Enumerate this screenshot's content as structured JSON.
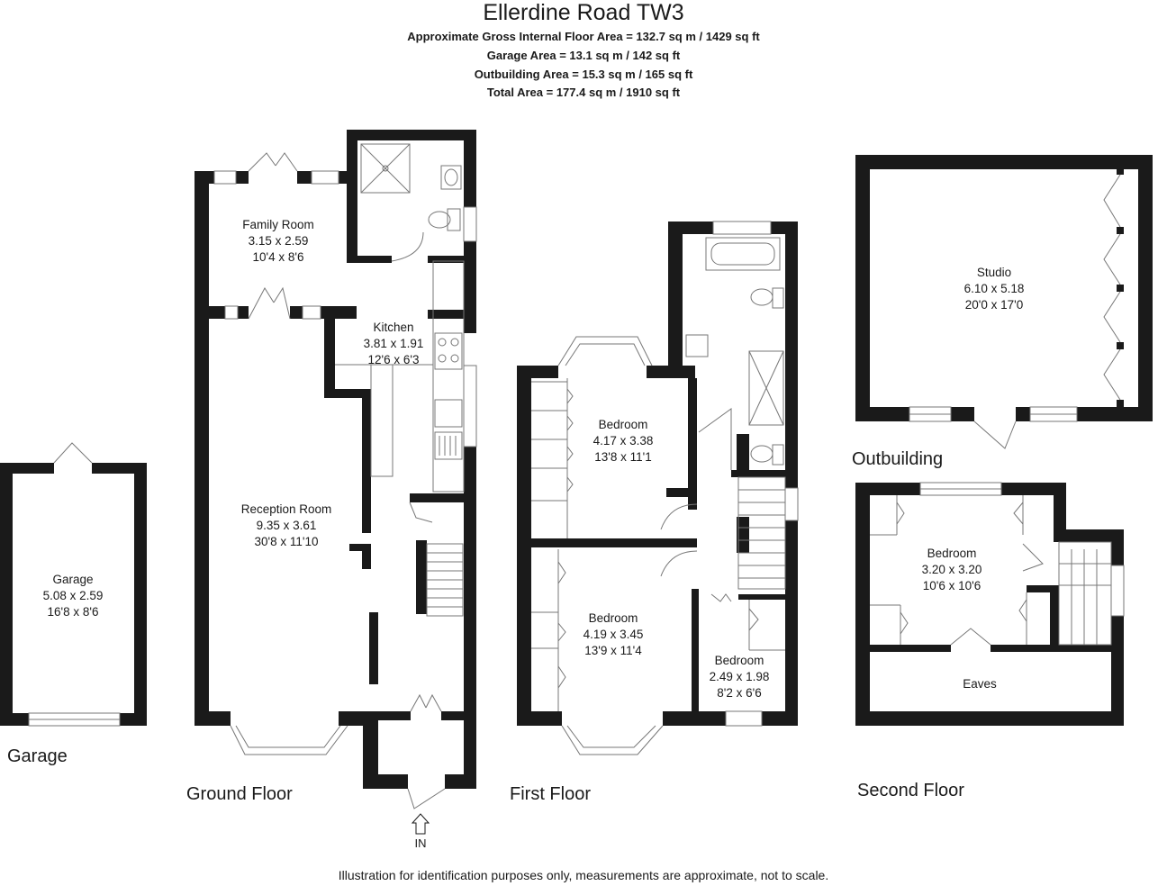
{
  "header": {
    "title": "Ellerdine Road TW3",
    "areas": [
      "Approximate Gross Internal Floor Area = 132.7 sq m / 1429 sq ft",
      "Garage Area = 13.1 sq m / 142 sq ft",
      "Outbuilding Area = 15.3 sq m / 165 sq ft",
      "Total Area = 177.4 sq m / 1910 sq ft"
    ]
  },
  "rooms": {
    "family_room": {
      "name": "Family Room",
      "metric": "3.15 x 2.59",
      "imperial": "10'4 x 8'6"
    },
    "kitchen": {
      "name": "Kitchen",
      "metric": "3.81 x 1.91",
      "imperial": "12'6 x 6'3"
    },
    "reception": {
      "name": "Reception Room",
      "metric": "9.35 x 3.61",
      "imperial": "30'8 x 11'10"
    },
    "garage": {
      "name": "Garage",
      "metric": "5.08 x 2.59",
      "imperial": "16'8 x 8'6"
    },
    "bed1": {
      "name": "Bedroom",
      "metric": "4.17 x 3.38",
      "imperial": "13'8 x 11'1"
    },
    "bed2": {
      "name": "Bedroom",
      "metric": "4.19 x 3.45",
      "imperial": "13'9 x 11'4"
    },
    "bed3": {
      "name": "Bedroom",
      "metric": "2.49 x 1.98",
      "imperial": "8'2 x 6'6"
    },
    "studio": {
      "name": "Studio",
      "metric": "6.10 x 5.18",
      "imperial": "20'0 x 17'0"
    },
    "bed4": {
      "name": "Bedroom",
      "metric": "3.20 x 3.20",
      "imperial": "10'6 x 10'6"
    },
    "eaves": {
      "name": "Eaves"
    }
  },
  "floors": {
    "garage": "Garage",
    "ground": "Ground Floor",
    "first": "First Floor",
    "second": "Second Floor",
    "outbuilding": "Outbuilding"
  },
  "entrance": "IN",
  "disclaimer": "Illustration for identification purposes only, measurements are approximate, not to scale.",
  "colors": {
    "wall": "#1a1a1a",
    "background": "#ffffff",
    "fixture": "#777777"
  }
}
